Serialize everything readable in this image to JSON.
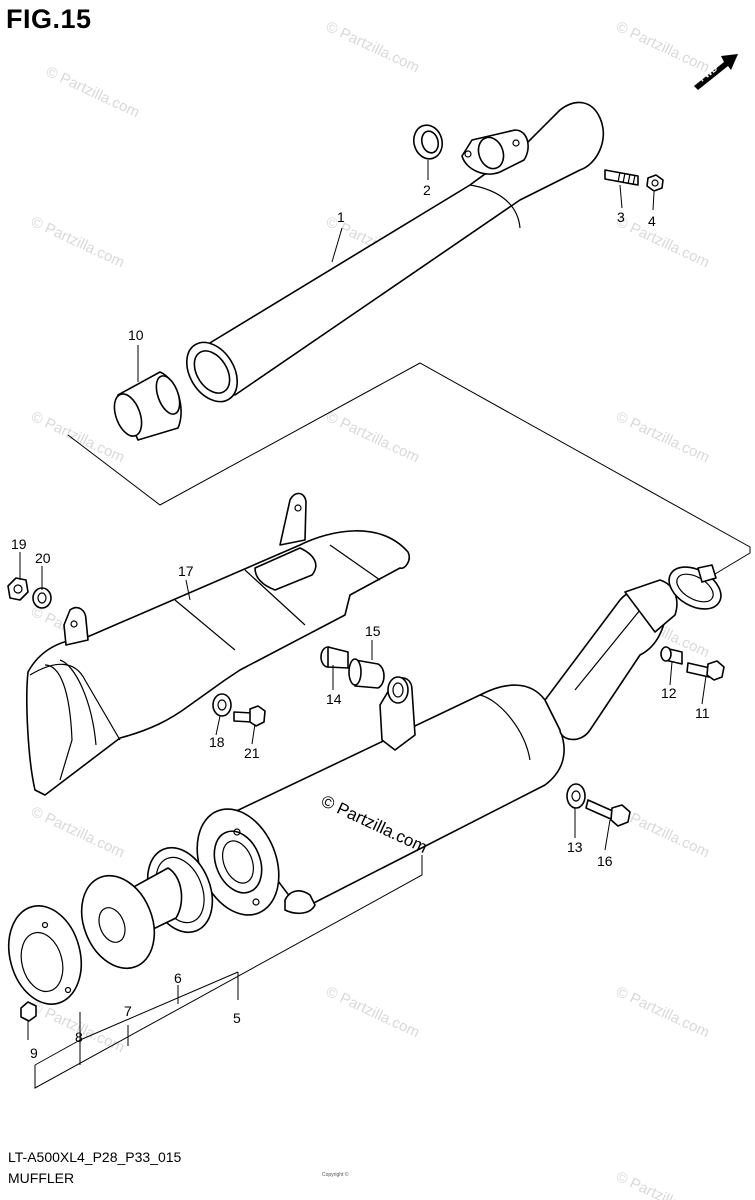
{
  "figure": {
    "title": "FIG.15",
    "model_code": "LT-A500XL4_P28_P33_015",
    "section_name": "MUFFLER",
    "fwd_label": "FWD",
    "tiny_note": "Copyright ©"
  },
  "watermark": {
    "text": "© Partzilla.com"
  },
  "callouts": [
    "1",
    "2",
    "3",
    "4",
    "5",
    "6",
    "7",
    "8",
    "9",
    "10",
    "11",
    "12",
    "13",
    "14",
    "15",
    "16",
    "17",
    "18",
    "19",
    "20",
    "21"
  ]
}
